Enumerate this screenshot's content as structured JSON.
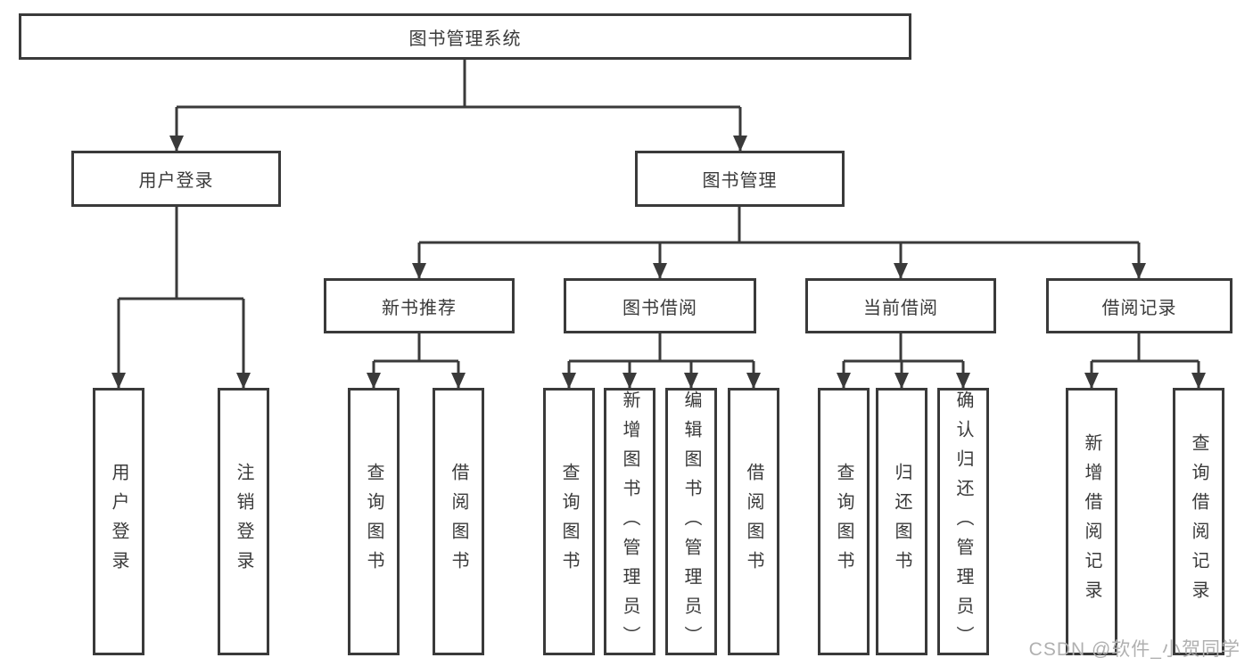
{
  "colors": {
    "line": "#3a3a3a",
    "box_border": "#3a3a3a",
    "text": "#3a3a3a",
    "watermark_text": "#b0b0b0",
    "background": "#ffffff"
  },
  "diagram": {
    "root": {
      "label": "图书管理系统"
    },
    "login": {
      "label": "用户登录",
      "children": [
        {
          "label": "用户登录"
        },
        {
          "label": "注销登录"
        }
      ]
    },
    "management": {
      "label": "图书管理",
      "groups": [
        {
          "label": "新书推荐",
          "children": [
            {
              "label": "查询图书"
            },
            {
              "label": "借阅图书"
            }
          ]
        },
        {
          "label": "图书借阅",
          "children": [
            {
              "label": "查询图书"
            },
            {
              "label": "新增图书（管理员）"
            },
            {
              "label": "编辑图书（管理员）"
            },
            {
              "label": "借阅图书"
            }
          ]
        },
        {
          "label": "当前借阅",
          "children": [
            {
              "label": "查询图书"
            },
            {
              "label": "归还图书"
            },
            {
              "label": "确认归还（管理员）"
            }
          ]
        },
        {
          "label": "借阅记录",
          "children": [
            {
              "label": "新增借阅记录"
            },
            {
              "label": "查询借阅记录"
            }
          ]
        }
      ]
    }
  },
  "watermark": {
    "label": "CSDN @软件_小贺同学"
  }
}
